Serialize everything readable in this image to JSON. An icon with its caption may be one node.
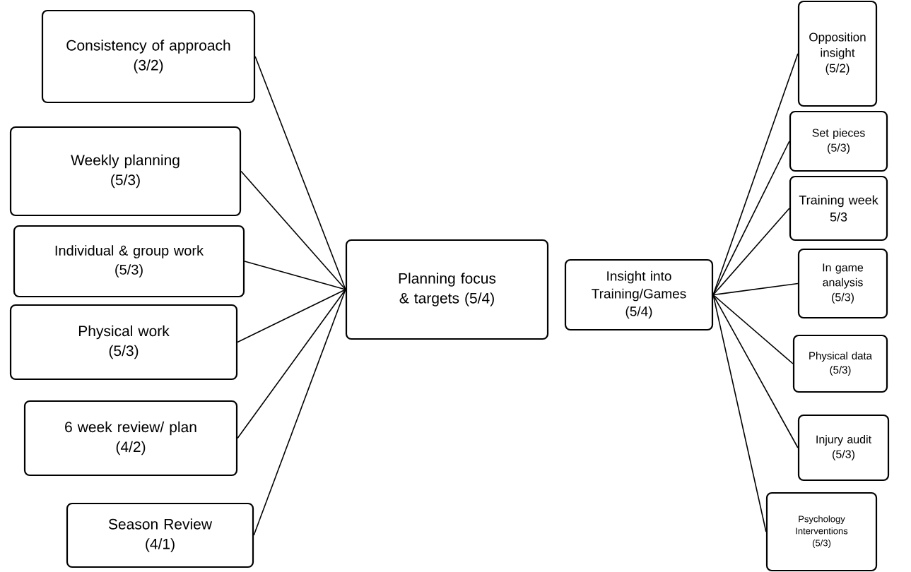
{
  "diagram": {
    "nodes": [
      {
        "text": [
          "Consistency of approach",
          "(3/2)"
        ]
      },
      {
        "text": [
          "Weekly planning",
          "(5/3)"
        ]
      },
      {
        "text": [
          "Individual & group work",
          "(5/3)"
        ]
      },
      {
        "text": [
          "Physical work",
          "(5/3)"
        ]
      },
      {
        "text": [
          "6 week review/ plan",
          "(4/2)"
        ]
      },
      {
        "text": [
          "Season Review",
          "(4/1)"
        ]
      },
      {
        "text": [
          "Planning focus & targets (5/4)"
        ]
      },
      {
        "text": [
          "Insight into Training/Games",
          "(5/4)"
        ]
      },
      {
        "text": [
          "Opposition insight",
          "(5/2)"
        ]
      },
      {
        "text": [
          "Set pieces",
          "(5/3)"
        ]
      },
      {
        "text": [
          "Training week",
          "5/3"
        ]
      },
      {
        "text": [
          "In game analysis",
          "(5/3)"
        ]
      },
      {
        "text": [
          "Physical data",
          "(5/3)"
        ]
      },
      {
        "text": [
          "Injury audit",
          "(5/3)"
        ]
      },
      {
        "text": [
          "Psychology Interventions",
          "(5/3)"
        ]
      }
    ],
    "edges": [
      {
        "from": 0,
        "to": 6,
        "arrow": "none"
      },
      {
        "from": 1,
        "to": 6,
        "arrow": "none"
      },
      {
        "from": 2,
        "to": 6,
        "arrow": "none"
      },
      {
        "from": 3,
        "to": 6,
        "arrow": "none"
      },
      {
        "from": 4,
        "to": 6,
        "arrow": "none"
      },
      {
        "from": 5,
        "to": 6,
        "arrow": "none"
      },
      {
        "from": 7,
        "to": 8,
        "arrow": "none"
      },
      {
        "from": 7,
        "to": 9,
        "arrow": "none"
      },
      {
        "from": 7,
        "to": 10,
        "arrow": "none"
      },
      {
        "from": 7,
        "to": 11,
        "arrow": "none"
      },
      {
        "from": 7,
        "to": 12,
        "arrow": "none"
      },
      {
        "from": 7,
        "to": 13,
        "arrow": "none"
      },
      {
        "from": 7,
        "to": 14,
        "arrow": "none"
      }
    ]
  }
}
